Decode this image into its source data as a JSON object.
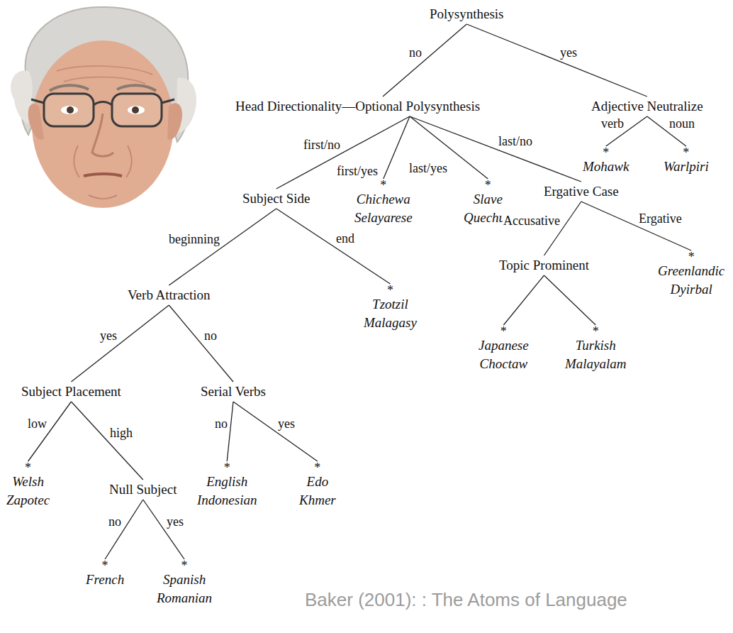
{
  "diagram": {
    "caption": "Baker (2001): : The Atoms of Language",
    "nodes": [
      {
        "text": [
          "Polysynthesis"
        ]
      },
      {
        "text": [
          "Head Directionality—Optional Polysynthesis"
        ]
      },
      {
        "text": [
          "Adjective Neutralize"
        ]
      },
      {
        "text": [
          "*",
          "Mohawk"
        ]
      },
      {
        "text": [
          "*",
          "Warlpiri"
        ]
      },
      {
        "text": [
          "Subject Side"
        ]
      },
      {
        "text": [
          "*",
          "Chichewa Selayarese"
        ]
      },
      {
        "text": [
          "*",
          "Slave Quechua"
        ]
      },
      {
        "text": [
          "Ergative Case"
        ]
      },
      {
        "text": [
          "Verb Attraction"
        ]
      },
      {
        "text": [
          "*",
          "Tzotzil Malagasy"
        ]
      },
      {
        "text": [
          "Topic Prominent"
        ]
      },
      {
        "text": [
          "*",
          "Greenlandic Dyirbal"
        ]
      },
      {
        "text": [
          "Subject Placement"
        ]
      },
      {
        "text": [
          "Serial Verbs"
        ]
      },
      {
        "text": [
          "*",
          "Japanese Choctaw"
        ]
      },
      {
        "text": [
          "*",
          "Turkish Malayalam"
        ]
      },
      {
        "text": [
          "*",
          "Welsh Zapotec"
        ]
      },
      {
        "text": [
          "Null Subject"
        ]
      },
      {
        "text": [
          "*",
          "English Indonesian"
        ]
      },
      {
        "text": [
          "*",
          "Edo Khmer"
        ]
      },
      {
        "text": [
          "*",
          "French"
        ]
      },
      {
        "text": [
          "*",
          "Spanish Romanian"
        ]
      }
    ],
    "edges": [
      {
        "from": 0,
        "to": 1,
        "label": "no",
        "arrow": "none"
      },
      {
        "from": 0,
        "to": 2,
        "label": "yes",
        "arrow": "none"
      },
      {
        "from": 2,
        "to": 3,
        "label": "verb",
        "arrow": "none"
      },
      {
        "from": 2,
        "to": 4,
        "label": "noun",
        "arrow": "none"
      },
      {
        "from": 1,
        "to": 5,
        "label": "first/no",
        "arrow": "none"
      },
      {
        "from": 1,
        "to": 6,
        "label": "first/yes",
        "arrow": "none"
      },
      {
        "from": 1,
        "to": 7,
        "label": "last/yes",
        "arrow": "none"
      },
      {
        "from": 1,
        "to": 8,
        "label": "last/no",
        "arrow": "none"
      },
      {
        "from": 5,
        "to": 9,
        "label": "beginning",
        "arrow": "none"
      },
      {
        "from": 5,
        "to": 10,
        "label": "end",
        "arrow": "none"
      },
      {
        "from": 9,
        "to": 13,
        "label": "yes",
        "arrow": "none"
      },
      {
        "from": 9,
        "to": 14,
        "label": "no",
        "arrow": "none"
      },
      {
        "from": 13,
        "to": 17,
        "label": "low",
        "arrow": "none"
      },
      {
        "from": 13,
        "to": 18,
        "label": "high",
        "arrow": "none"
      },
      {
        "from": 18,
        "to": 21,
        "label": "no",
        "arrow": "none"
      },
      {
        "from": 18,
        "to": 22,
        "label": "yes",
        "arrow": "none"
      },
      {
        "from": 14,
        "to": 19,
        "label": "no",
        "arrow": "none"
      },
      {
        "from": 14,
        "to": 20,
        "label": "yes",
        "arrow": "none"
      },
      {
        "from": 8,
        "to": 11,
        "label": "Accusative",
        "arrow": "none"
      },
      {
        "from": 8,
        "to": 12,
        "label": "Ergative",
        "arrow": "none"
      },
      {
        "from": 11,
        "to": 15,
        "arrow": "none"
      },
      {
        "from": 11,
        "to": 16,
        "arrow": "none"
      }
    ]
  }
}
